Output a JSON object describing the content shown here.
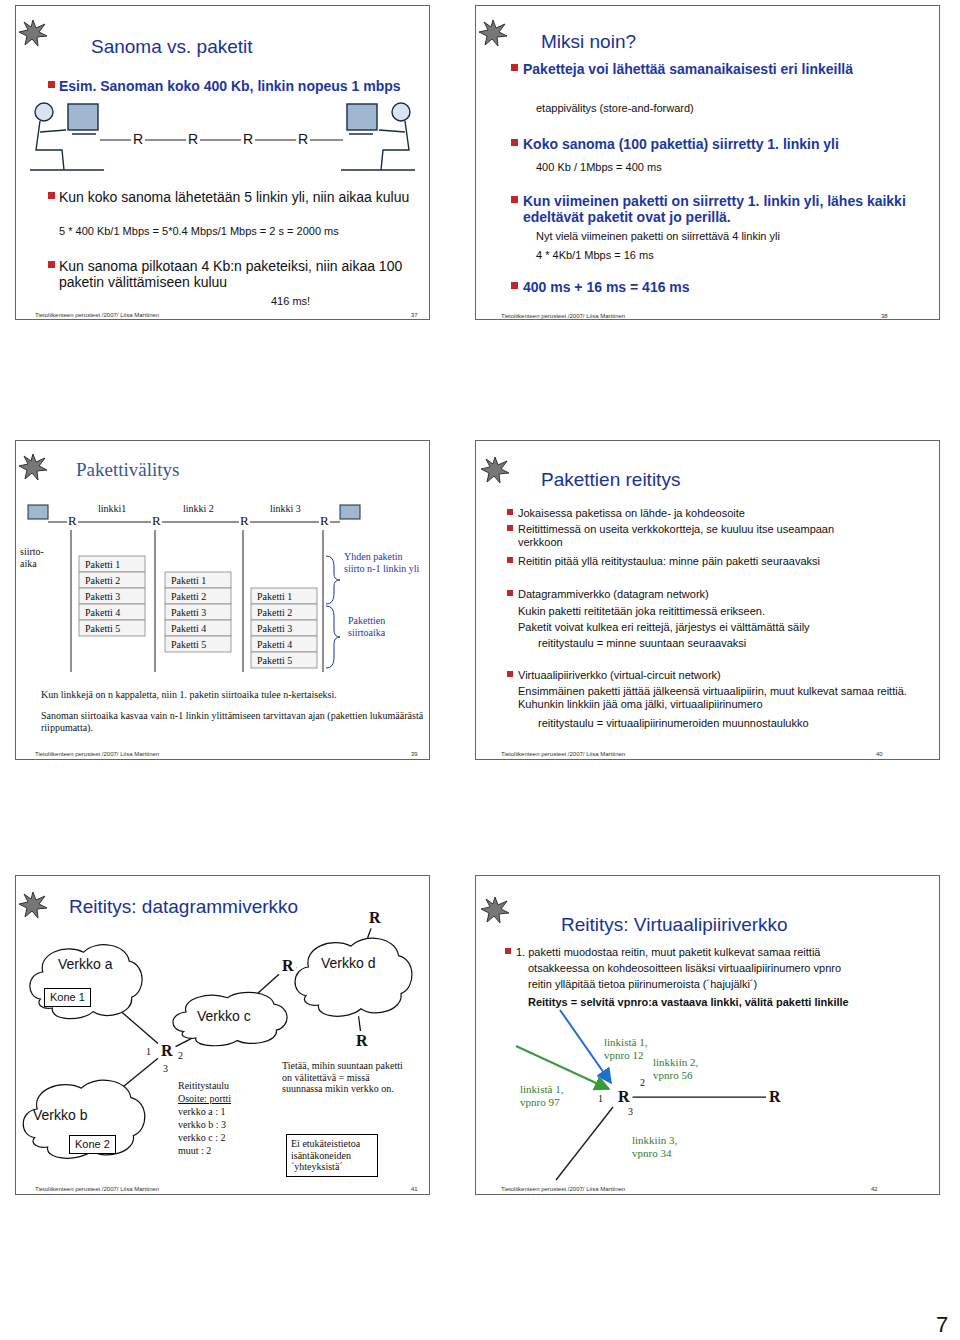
{
  "diagram": {
    "nodes": [
      {
        "text": [
          "Sanoma vs. paketit",
          "Esim. Sanoman koko 400 Kb, linkin nopeus 1 mbps",
          "Kun koko sanoma lähetetään 5 linkin yli, niin aikaa kuluu",
          "5 * 400 Kb/1 Mbps = 5*0.4 Mbps/1 Mbps = 2 s = 2000 ms",
          "Kun sanoma pilkotaan 4 Kb:n paketeiksi, niin aikaa 100 paketin välittämiseen kuluu",
          "416 ms!",
          "Tietoliikenteen perusteet /2007/ Liisa Marttinen",
          "37"
        ]
      },
      {
        "text": [
          "Miksi noin?",
          "Paketteja voi lähettää samanaikaisesti eri linkeillä",
          "etappivälitys (store-and-forward)",
          "Koko sanoma (100 pakettia) siirretty 1. linkin yli",
          "400 Kb / 1Mbps = 400 ms",
          "Kun viimeinen paketti on siirretty 1. linkin yli, lähes kaikki edeltävät paketit ovat jo perillä.",
          "Nyt vielä viimeinen paketti on siirrettävä 4 linkin yli",
          "4 * 4Kb/1 Mbps = 16 ms",
          "400 ms + 16 ms = 416 ms",
          "Tietoliikenteen perusteet /2007/ Liisa Marttinen",
          "38"
        ]
      },
      {
        "text": [
          "Pakettivälitys",
          "Kun linkkejä on n kappaletta, niin 1. paketin siirtoaika tulee n-kertaiseksi.",
          "Sanoman siirtoaika kasvaa vain n-1 linkin ylittämiseen tarvittavan ajan (pakettien lukumäärästä riippumatta).",
          "Tietoliikenteen perusteet /2007/ Liisa Marttinen",
          "39"
        ]
      },
      {
        "text": [
          "Pakettien reititys",
          "Jokaisessa paketissa on lähde- ja kohdeosoite",
          "Reitittimessä on useita verkkokortteja, se kuuluu itse useampaan verkkoon",
          "Reititin pitää yllä reititystaulua: minne päin paketti seuraavaksi",
          "Datagrammiverkko (datagram network)",
          "Kukin paketti reititetään joka reitittimessä erikseen.",
          "Paketit voivat kulkea eri reittejä, järjestys ei välttämättä säily",
          "reititystaulu = minne suuntaan seuraavaksi",
          "Virtuaalipiiriverkko (virtual-circuit network)",
          "Ensimmäinen paketti jättää jälkeensä virtuaalipiirin, muut kulkevat samaa reittiä. Kuhunkin linkkiin jää oma jälki, virtuaalipiirinumero",
          "reititystaulu = virtuaalipiirinumeroiden muunnostaulukko",
          "Tietoliikenteen perusteet /2007/ Liisa Marttinen",
          "40"
        ]
      },
      {
        "text": [
          "Reititys: datagrammiverkko",
          "Tietoliikenteen perusteet /2007/ Liisa Marttinen",
          "41"
        ]
      },
      {
        "text": [
          "Reititys: Virtuaalipiiriverkko",
          "1. paketti muodostaa reitin, muut paketit kulkevat samaa reittiä",
          "otsakkeessa on kohdeosoitteen lisäksi virtuaalipiirinumero vpnro",
          "reitin ylläpitää tietoa piirinumeroista (´hajujälki´)",
          "Reititys = selvitä vpnro:a vastaava linkki, välitä paketti linkille",
          "Tietoliikenteen perusteet /2007/ Liisa Marttinen",
          "42"
        ]
      },
      {
        "text": [
          "Verkko a"
        ],
        "in": 4
      },
      {
        "text": [
          "Kone 1"
        ],
        "in": 6
      },
      {
        "text": [
          "Verkko d"
        ],
        "in": 4
      },
      {
        "text": [
          "R"
        ],
        "in": 4
      },
      {
        "text": [
          "R"
        ],
        "in": 4
      },
      {
        "text": [
          "Verkko c"
        ],
        "in": 4
      },
      {
        "text": [
          "R"
        ],
        "in": 4
      },
      {
        "text": [
          "R"
        ],
        "in": 4
      },
      {
        "text": [
          "Verkko b"
        ],
        "in": 4
      },
      {
        "text": [
          "Kone 2"
        ],
        "in": 14
      },
      {
        "text": [
          "Ei etukäteistietoa isäntäkoneiden ´yhteyksistä´"
        ],
        "in": 4
      },
      {
        "text": [
          "R"
        ],
        "in": 5
      },
      {
        "text": [
          "R"
        ],
        "in": 5
      }
    ],
    "edges": [
      {
        "from": 6,
        "to": 12,
        "arrow": "none"
      },
      {
        "from": 12,
        "to": 14,
        "arrow": "none"
      },
      {
        "from": 12,
        "to": 11,
        "arrow": "none"
      },
      {
        "from": 11,
        "to": 10,
        "arrow": "none"
      },
      {
        "from": 10,
        "to": 8,
        "arrow": "none"
      },
      {
        "from": 8,
        "to": 9,
        "arrow": "none"
      },
      {
        "from": 8,
        "to": 13,
        "arrow": "none"
      },
      {
        "from": 17,
        "to": 18,
        "arrow": "none"
      }
    ],
    "labels": [
      "R",
      "R",
      "R",
      "R",
      "linkki1",
      "linkki 2",
      "linkki 3",
      "R",
      "R",
      "R",
      "R",
      "siirto- aika",
      "Paketti 1",
      "Paketti 2",
      "Paketti 3",
      "Paketti 4",
      "Paketti 5",
      "Paketti 1",
      "Paketti 2",
      "Paketti 3",
      "Paketti 4",
      "Paketti 5",
      "Paketti 1",
      "Paketti 2",
      "Paketti 3",
      "Paketti 4",
      "Paketti 5",
      "Yhden paketin siirto n-1 linkin yli",
      "Pakettien siirtoaika",
      "1",
      "2",
      "3",
      "Reititystaulu",
      "Osoite: portti",
      "verkko a : 1",
      "verkko b : 3",
      "verkko c : 2",
      "muut : 2",
      "Tietää, mihin suuntaan paketti on välitettävä = missä suunnassa mikin verkko on.",
      "linkistä 1, vpnro 12",
      "linkkiin 2, vpnro 56",
      "linkistä 1, vpnro 97",
      "linkkiin 3, vpnro 34",
      "1",
      "2",
      "3",
      "7"
    ]
  }
}
